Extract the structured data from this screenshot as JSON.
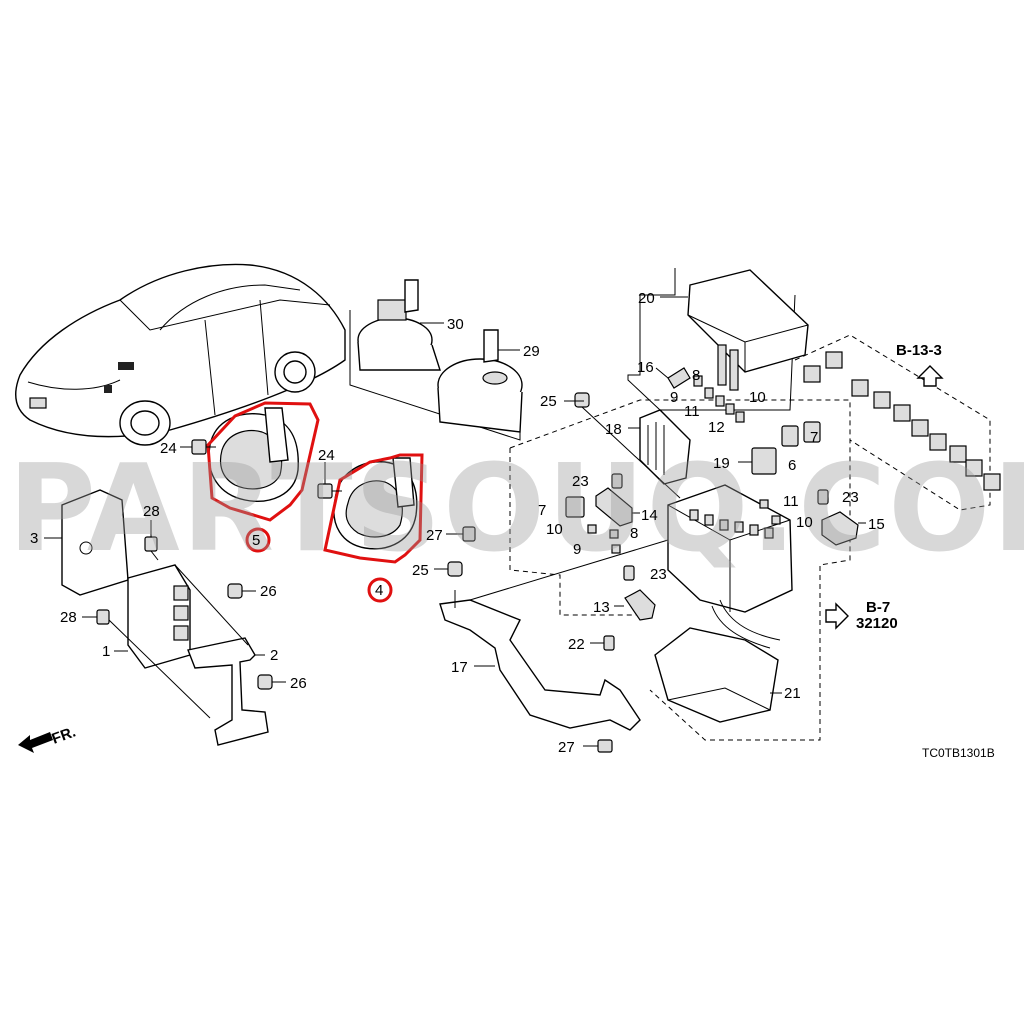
{
  "watermark": "PARTSOUQ.COM",
  "diagram_code": "TC0TB1301B",
  "front_marker": "FR.",
  "references": {
    "b13": "B-13-3",
    "b7": "B-7",
    "b7_code": "32120"
  },
  "callouts": {
    "c1": "1",
    "c2": "2",
    "c3": "3",
    "c4": "4",
    "c5": "5",
    "c6": "6",
    "c7a": "7",
    "c7b": "7",
    "c8a": "8",
    "c8b": "8",
    "c9a": "9",
    "c9b": "9",
    "c10a": "10",
    "c10b": "10",
    "c10c": "10",
    "c11a": "11",
    "c11b": "11",
    "c12": "12",
    "c13": "13",
    "c14": "14",
    "c15": "15",
    "c16": "16",
    "c17": "17",
    "c18": "18",
    "c19": "19",
    "c20": "20",
    "c21": "21",
    "c22": "22",
    "c23a": "23",
    "c23b": "23",
    "c23c": "23",
    "c24a": "24",
    "c24b": "24",
    "c25a": "25",
    "c25b": "25",
    "c26a": "26",
    "c26b": "26",
    "c27a": "27",
    "c27b": "27",
    "c28a": "28",
    "c28b": "28",
    "c29": "29",
    "c30": "30"
  },
  "highlight_color": "#e01010"
}
